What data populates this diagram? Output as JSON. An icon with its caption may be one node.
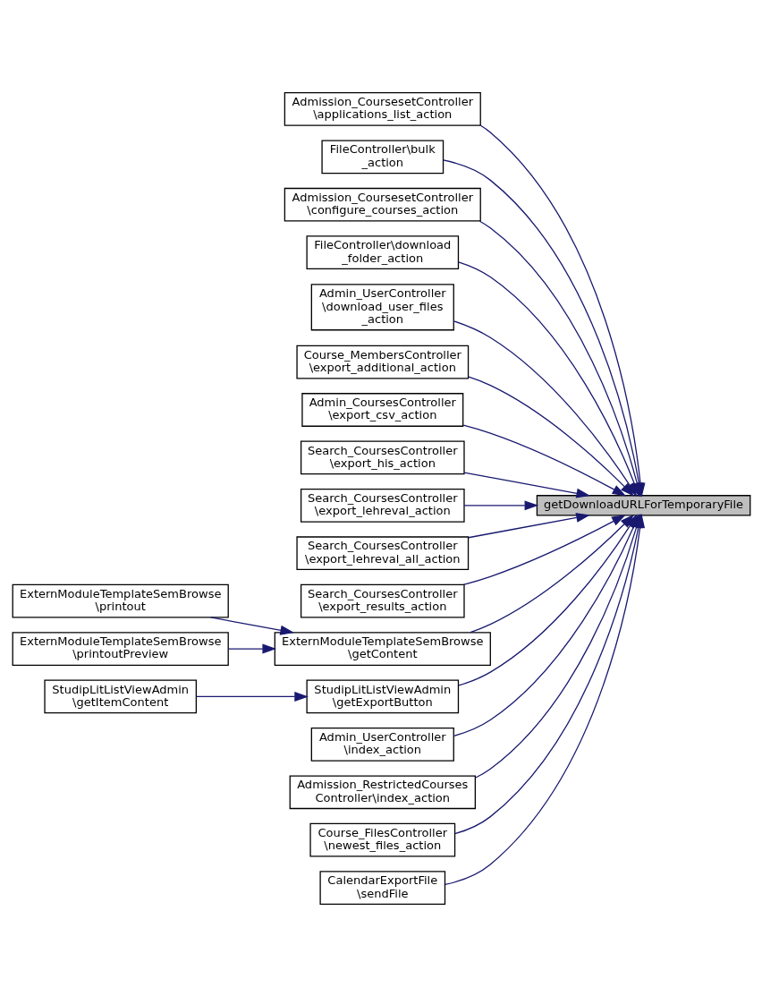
{
  "diagram": {
    "nodes": [
      {
        "text": [
          "Admission_CoursesetController \\applications_list_action"
        ]
      },
      {
        "text": [
          "FileController\\bulk _action"
        ]
      },
      {
        "text": [
          "Admission_CoursesetController \\configure_courses_action"
        ]
      },
      {
        "text": [
          "FileController\\download _folder_action"
        ]
      },
      {
        "text": [
          "Admin_UserController \\download_user_files _action"
        ]
      },
      {
        "text": [
          "Course_MembersController \\export_additional_action"
        ]
      },
      {
        "text": [
          "Admin_CoursesController \\export_csv_action"
        ]
      },
      {
        "text": [
          "Search_CoursesController \\export_his_action"
        ]
      },
      {
        "text": [
          "Search_CoursesController \\export_lehreval_action"
        ]
      },
      {
        "text": [
          "getDownloadURLForTemporaryFile"
        ]
      },
      {
        "text": [
          "Search_CoursesController \\export_lehreval_all_action"
        ]
      },
      {
        "text": [
          "ExternModuleTemplateSemBrowse \\printout"
        ]
      },
      {
        "text": [
          "Search_CoursesController \\export_results_action"
        ]
      },
      {
        "text": [
          "ExternModuleTemplateSemBrowse \\printoutPreview"
        ]
      },
      {
        "text": [
          "ExternModuleTemplateSemBrowse \\getContent"
        ]
      },
      {
        "text": [
          "StudipLitListViewAdmin \\getItemContent"
        ]
      },
      {
        "text": [
          "StudipLitListViewAdmin \\getExportButton"
        ]
      },
      {
        "text": [
          "Admin_UserController \\index_action"
        ]
      },
      {
        "text": [
          "Admission_RestrictedCourses Controller\\index_action"
        ]
      },
      {
        "text": [
          "Course_FilesController \\newest_files_action"
        ]
      },
      {
        "text": [
          "CalendarExportFile \\sendFile"
        ]
      }
    ],
    "edges": [
      {
        "from": 0,
        "to": 9,
        "arrow": "to"
      },
      {
        "from": 1,
        "to": 9,
        "arrow": "to"
      },
      {
        "from": 2,
        "to": 9,
        "arrow": "to"
      },
      {
        "from": 3,
        "to": 9,
        "arrow": "to"
      },
      {
        "from": 4,
        "to": 9,
        "arrow": "to"
      },
      {
        "from": 5,
        "to": 9,
        "arrow": "to"
      },
      {
        "from": 6,
        "to": 9,
        "arrow": "to"
      },
      {
        "from": 7,
        "to": 9,
        "arrow": "to"
      },
      {
        "from": 8,
        "to": 9,
        "arrow": "to"
      },
      {
        "from": 10,
        "to": 9,
        "arrow": "to"
      },
      {
        "from": 12,
        "to": 9,
        "arrow": "to"
      },
      {
        "from": 11,
        "to": 14,
        "arrow": "to"
      },
      {
        "from": 13,
        "to": 14,
        "arrow": "to"
      },
      {
        "from": 14,
        "to": 9,
        "arrow": "to"
      },
      {
        "from": 15,
        "to": 16,
        "arrow": "to"
      },
      {
        "from": 16,
        "to": 9,
        "arrow": "to"
      },
      {
        "from": 17,
        "to": 9,
        "arrow": "to"
      },
      {
        "from": 18,
        "to": 9,
        "arrow": "to"
      },
      {
        "from": 19,
        "to": 9,
        "arrow": "to"
      },
      {
        "from": 20,
        "to": 9,
        "arrow": "to"
      }
    ]
  }
}
